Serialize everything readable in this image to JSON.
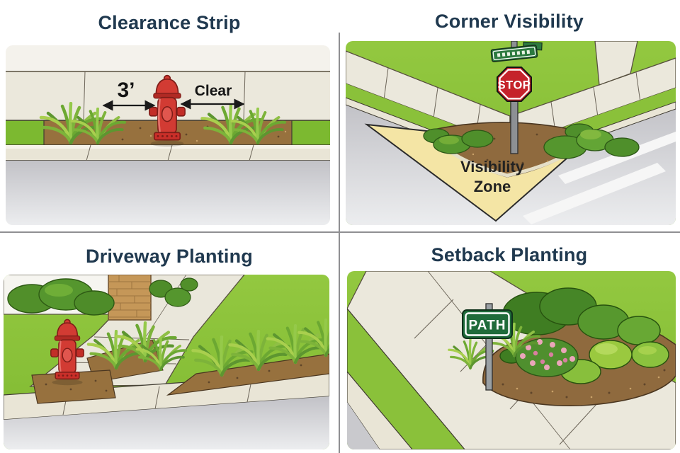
{
  "titles": {
    "clearance_strip": "Clearance Strip",
    "corner_visibility": "Corner Visibility",
    "driveway_planting": "Driveway Planting",
    "setback_planting": "Setback Planting"
  },
  "clearance_strip": {
    "distance_label": "3’",
    "clear_label": "Clear"
  },
  "corner_visibility": {
    "stop_sign_label": "STOP",
    "zone_label_line1": "Visibility",
    "zone_label_line2": "Zone"
  },
  "setback_planting": {
    "path_sign_label": "PATH"
  },
  "colors": {
    "title_text": "#20394f",
    "lawn_green": "#86bf37",
    "mulch_brown": "#97713e",
    "sidewalk": "#ebe8dc",
    "curb": "#e9e5d6",
    "road_gray": "#c7c7cb",
    "hydrant_red": "#d23b33",
    "stop_sign_red": "#c5232b",
    "street_sign_green": "#2c7a3f",
    "path_sign_green": "#1f6b3a",
    "visibility_zone_fill": "#f4e5a5",
    "annotation_black": "#1a1a1a"
  }
}
